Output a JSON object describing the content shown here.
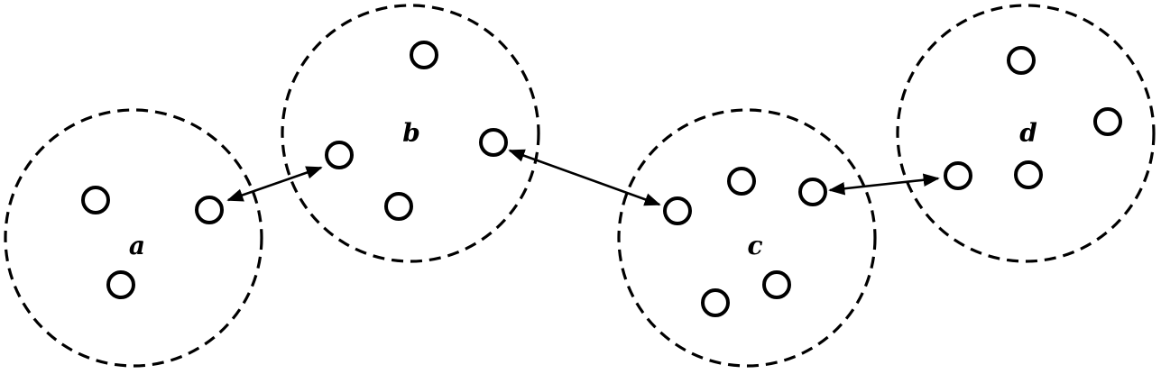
{
  "clusters": [
    {
      "id": "a",
      "label": "a"
    },
    {
      "id": "b",
      "label": "b"
    },
    {
      "id": "c",
      "label": "c"
    },
    {
      "id": "d",
      "label": "d"
    }
  ],
  "nodes": [
    {
      "id": "a1",
      "cluster": "a"
    },
    {
      "id": "a2",
      "cluster": "a"
    },
    {
      "id": "a3",
      "cluster": "a"
    },
    {
      "id": "b1",
      "cluster": "b"
    },
    {
      "id": "b2",
      "cluster": "b"
    },
    {
      "id": "b3",
      "cluster": "b"
    },
    {
      "id": "b4",
      "cluster": "b"
    },
    {
      "id": "c1",
      "cluster": "c"
    },
    {
      "id": "c2",
      "cluster": "c"
    },
    {
      "id": "c3",
      "cluster": "c"
    },
    {
      "id": "c4",
      "cluster": "c"
    },
    {
      "id": "c5",
      "cluster": "c"
    },
    {
      "id": "d1",
      "cluster": "d"
    },
    {
      "id": "d2",
      "cluster": "d"
    },
    {
      "id": "d3",
      "cluster": "d"
    },
    {
      "id": "d4",
      "cluster": "d"
    }
  ],
  "edges": [
    {
      "from": "a2",
      "to": "b1",
      "directed": "both"
    },
    {
      "from": "b3",
      "to": "c1",
      "directed": "both"
    },
    {
      "from": "c3",
      "to": "d1",
      "directed": "both"
    }
  ],
  "style": {
    "stroke_color": "#000000",
    "background": "#ffffff"
  }
}
